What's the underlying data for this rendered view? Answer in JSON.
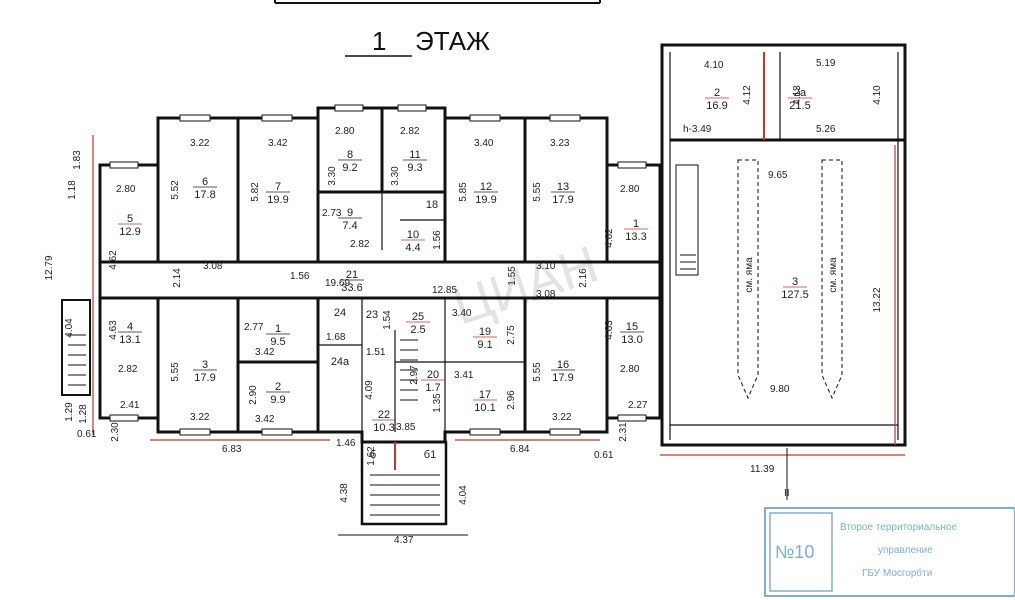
{
  "title": {
    "number": "1",
    "word": "ЭТАЖ"
  },
  "rooms": [
    {
      "id": "r6",
      "num": "6",
      "area": "17.8",
      "color": "dark"
    },
    {
      "id": "r7",
      "num": "7",
      "area": "19.9",
      "color": "dark"
    },
    {
      "id": "r8",
      "num": "8",
      "area": "9.2",
      "color": "dark"
    },
    {
      "id": "r11",
      "num": "11",
      "area": "9.3",
      "color": "dark"
    },
    {
      "id": "r12",
      "num": "12",
      "area": "19.9",
      "color": "dark"
    },
    {
      "id": "r13",
      "num": "13",
      "area": "17.9",
      "color": "dark"
    },
    {
      "id": "r5",
      "num": "5",
      "area": "12.9",
      "color": "red"
    },
    {
      "id": "r9",
      "num": "9",
      "area": "7.4",
      "color": "dark"
    },
    {
      "id": "r18",
      "num": "18",
      "area": "",
      "color": "red"
    },
    {
      "id": "r10",
      "num": "10",
      "area": "4.4",
      "color": "red"
    },
    {
      "id": "r1",
      "num": "1",
      "area": "13.3",
      "color": "red"
    },
    {
      "id": "r21",
      "num": "21",
      "area": "33.6",
      "color": "dark"
    },
    {
      "id": "r4",
      "num": "4",
      "area": "13.1",
      "color": "dark"
    },
    {
      "id": "r1b",
      "num": "1",
      "area": "9.5",
      "color": "dark"
    },
    {
      "id": "r24",
      "num": "24",
      "area": "",
      "color": "red"
    },
    {
      "id": "r23",
      "num": "23",
      "area": "",
      "color": "red"
    },
    {
      "id": "r25",
      "num": "25",
      "area": "2.5",
      "color": "red"
    },
    {
      "id": "r19",
      "num": "19",
      "area": "9.1",
      "color": "red"
    },
    {
      "id": "r15",
      "num": "15",
      "area": "13.0",
      "color": "dark"
    },
    {
      "id": "r3",
      "num": "3",
      "area": "17.9",
      "color": "dark"
    },
    {
      "id": "r2",
      "num": "2",
      "area": "9.9",
      "color": "dark"
    },
    {
      "id": "r24a",
      "num": "24а",
      "area": "",
      "color": "red"
    },
    {
      "id": "r20",
      "num": "20",
      "area": "1.7",
      "color": "red"
    },
    {
      "id": "r17",
      "num": "17",
      "area": "10.1",
      "color": "red"
    },
    {
      "id": "r16",
      "num": "16",
      "area": "17.9",
      "color": "dark"
    },
    {
      "id": "r22",
      "num": "22",
      "area": "10.3",
      "color": "red"
    },
    {
      "id": "r2g",
      "num": "2",
      "area": "16.9",
      "color": "red"
    },
    {
      "id": "r2ag",
      "num": "2а",
      "area": "21.5",
      "color": "red"
    },
    {
      "id": "r3g",
      "num": "3",
      "area": "127.5",
      "color": "red"
    },
    {
      "id": "rb",
      "num": "б",
      "area": "",
      "color": "red"
    },
    {
      "id": "rb1",
      "num": "б1",
      "area": "",
      "color": "red"
    }
  ],
  "dimensions": [
    {
      "id": "d1",
      "text": "3.22",
      "color": "dark"
    },
    {
      "id": "d2",
      "text": "3.42",
      "color": "dark"
    },
    {
      "id": "d3",
      "text": "2.80",
      "color": "dark"
    },
    {
      "id": "d4",
      "text": "2.82",
      "color": "dark"
    },
    {
      "id": "d5",
      "text": "3.40",
      "color": "dark"
    },
    {
      "id": "d6",
      "text": "3.23",
      "color": "dark"
    },
    {
      "id": "d7",
      "text": "2.80",
      "color": "dark"
    },
    {
      "id": "d8",
      "text": "2.80",
      "color": "dark"
    },
    {
      "id": "d9",
      "text": "2.73",
      "color": "dark"
    },
    {
      "id": "d10",
      "text": "2.82",
      "color": "dark"
    },
    {
      "id": "d11",
      "text": "3.08",
      "color": "dark"
    },
    {
      "id": "d12",
      "text": "1.56",
      "color": "dark"
    },
    {
      "id": "d13",
      "text": "19.69",
      "color": "dark"
    },
    {
      "id": "d14",
      "text": "12.85",
      "color": "dark"
    },
    {
      "id": "d15",
      "text": "3.10",
      "color": "dark"
    },
    {
      "id": "d16",
      "text": "3.08",
      "color": "dark"
    },
    {
      "id": "d17",
      "text": "1.68",
      "color": "dark"
    },
    {
      "id": "d18",
      "text": "3.42",
      "color": "dark"
    },
    {
      "id": "d19",
      "text": "1.51",
      "color": "dark"
    },
    {
      "id": "d20",
      "text": "3.40",
      "color": "red"
    },
    {
      "id": "d21",
      "text": "2.77",
      "color": "dark"
    },
    {
      "id": "d22",
      "text": "2.82",
      "color": "dark"
    },
    {
      "id": "d23",
      "text": "2.80",
      "color": "dark"
    },
    {
      "id": "d24",
      "text": "3.42",
      "color": "dark"
    },
    {
      "id": "d25",
      "text": "3.41",
      "color": "red"
    },
    {
      "id": "d26",
      "text": "3.22",
      "color": "dark"
    },
    {
      "id": "d27",
      "text": "3.22",
      "color": "dark"
    },
    {
      "id": "d28",
      "text": "3.85",
      "color": "dark"
    },
    {
      "id": "d29",
      "text": "2.41",
      "color": "red"
    },
    {
      "id": "d30",
      "text": "6.83",
      "color": "red"
    },
    {
      "id": "d31",
      "text": "1.46",
      "color": "red"
    },
    {
      "id": "d32",
      "text": "6.84",
      "color": "red"
    },
    {
      "id": "d33",
      "text": "2.27",
      "color": "red"
    },
    {
      "id": "d34",
      "text": "0.61",
      "color": "red"
    },
    {
      "id": "d35",
      "text": "0.61",
      "color": "red"
    },
    {
      "id": "d36",
      "text": "4.37",
      "color": "dark"
    },
    {
      "id": "d37",
      "text": "4.10",
      "color": "red"
    },
    {
      "id": "d38",
      "text": "5.19",
      "color": "red"
    },
    {
      "id": "d39",
      "text": "5.26",
      "color": "red"
    },
    {
      "id": "d40",
      "text": "h-3.49",
      "color": "dark"
    },
    {
      "id": "d41",
      "text": "9.65",
      "color": "dark"
    },
    {
      "id": "d42",
      "text": "9.80",
      "color": "dark"
    },
    {
      "id": "d43",
      "text": "11.39",
      "color": "red"
    },
    {
      "id": "d44",
      "text": "II",
      "color": "dark"
    }
  ],
  "dimensions_vertical": [
    {
      "id": "v1",
      "text": "1.83",
      "color": "red"
    },
    {
      "id": "v2",
      "text": "1.18",
      "color": "red"
    },
    {
      "id": "v3",
      "text": "12.79",
      "color": "red"
    },
    {
      "id": "v4",
      "text": "5.52",
      "color": "dark"
    },
    {
      "id": "v5",
      "text": "5.82",
      "color": "dark"
    },
    {
      "id": "v6",
      "text": "3.30",
      "color": "dark"
    },
    {
      "id": "v7",
      "text": "3.30",
      "color": "dark"
    },
    {
      "id": "v8",
      "text": "5.85",
      "color": "dark"
    },
    {
      "id": "v9",
      "text": "5.55",
      "color": "dark"
    },
    {
      "id": "v10",
      "text": "4.62",
      "color": "dark"
    },
    {
      "id": "v11",
      "text": "1.56",
      "color": "red"
    },
    {
      "id": "v12",
      "text": "4.62",
      "color": "dark"
    },
    {
      "id": "v13",
      "text": "2.14",
      "color": "dark"
    },
    {
      "id": "v14",
      "text": "1.55",
      "color": "dark"
    },
    {
      "id": "v15",
      "text": "2.16",
      "color": "dark"
    },
    {
      "id": "v16",
      "text": "4.63",
      "color": "dark"
    },
    {
      "id": "v17",
      "text": "4.04",
      "color": "dark"
    },
    {
      "id": "v18",
      "text": "5.55",
      "color": "dark"
    },
    {
      "id": "v19",
      "text": "1.54",
      "color": "red"
    },
    {
      "id": "v20",
      "text": "2.75",
      "color": "dark"
    },
    {
      "id": "v21",
      "text": "4.63",
      "color": "dark"
    },
    {
      "id": "v22",
      "text": "2.97",
      "color": "dark"
    },
    {
      "id": "v23",
      "text": "4.09",
      "color": "red"
    },
    {
      "id": "v24",
      "text": "2.90",
      "color": "dark"
    },
    {
      "id": "v25",
      "text": "1.35",
      "color": "red"
    },
    {
      "id": "v26",
      "text": "2.96",
      "color": "dark"
    },
    {
      "id": "v27",
      "text": "5.55",
      "color": "dark"
    },
    {
      "id": "v28",
      "text": "1.29",
      "color": "red"
    },
    {
      "id": "v29",
      "text": "1.28",
      "color": "red"
    },
    {
      "id": "v30",
      "text": "2.30",
      "color": "red"
    },
    {
      "id": "v31",
      "text": "2.31",
      "color": "red"
    },
    {
      "id": "v32",
      "text": "1.62",
      "color": "dark"
    },
    {
      "id": "v33",
      "text": "4.38",
      "color": "red"
    },
    {
      "id": "v34",
      "text": "4.04",
      "color": "red"
    },
    {
      "id": "v35",
      "text": "4.12",
      "color": "dark"
    },
    {
      "id": "v36",
      "text": "4.13",
      "color": "dark"
    },
    {
      "id": "v37",
      "text": "4.10",
      "color": "dark"
    },
    {
      "id": "v38",
      "text": "13.22",
      "color": "red"
    },
    {
      "id": "v39",
      "text": "см. яма",
      "color": "dark"
    },
    {
      "id": "v40",
      "text": "см. яма",
      "color": "dark"
    }
  ],
  "stamp": {
    "number": "№10",
    "line1": "Второе территориальное",
    "line2": "управление",
    "line3": "ГБУ Мосгорбти"
  },
  "watermark": "ЦИАН",
  "colors": {
    "red": "#c0392b",
    "dark": "#222222",
    "stamp": "#7fb0c8"
  }
}
